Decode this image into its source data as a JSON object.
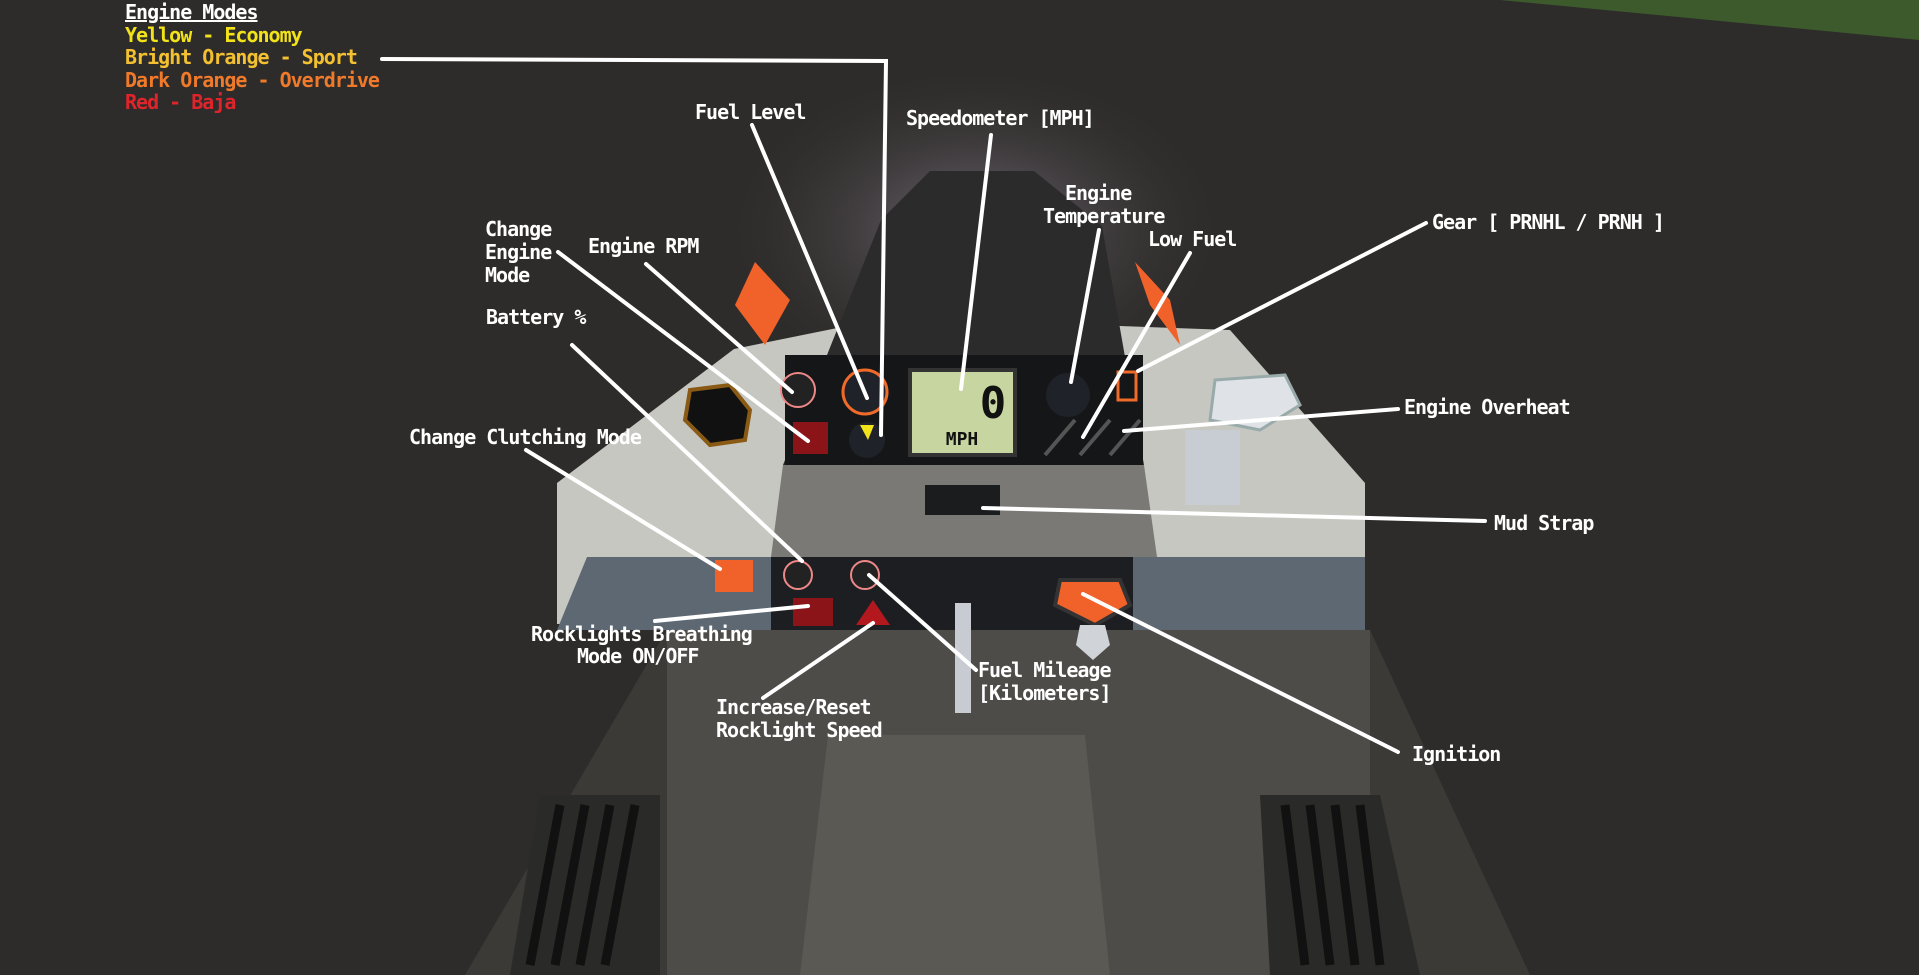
{
  "legend": {
    "title": "Engine Modes",
    "items": [
      {
        "text": "Yellow - Economy",
        "color": "#f2e21a"
      },
      {
        "text": "Bright Orange - Sport",
        "color": "#f2c030"
      },
      {
        "text": "Dark Orange - Overdrive",
        "color": "#f07a2a"
      },
      {
        "text": "Red - Baja",
        "color": "#e0242c"
      }
    ]
  },
  "labels": {
    "fuel_level": "Fuel Level",
    "speedometer": "Speedometer [MPH]",
    "engine_temp_1": "Engine",
    "engine_temp_2": "Temperature",
    "low_fuel": "Low Fuel",
    "gear": "Gear [ PRNHL / PRNH ]",
    "change_mode_1": "Change",
    "change_mode_2": "Engine",
    "change_mode_3": "Mode",
    "engine_rpm": "Engine RPM",
    "battery": "Battery %",
    "clutching": "Change Clutching Mode",
    "engine_overheat": "Engine Overheat",
    "mud_strap": "Mud Strap",
    "rocklights_1": "Rocklights Breathing",
    "rocklights_2": "Mode ON/OFF",
    "increase_1": "Increase/Reset",
    "increase_2": "Rocklight Speed",
    "fuel_mileage_1": "Fuel Mileage",
    "fuel_mileage_2": "[Kilometers]",
    "ignition": "Ignition"
  },
  "speedo": {
    "digits": "0",
    "unit": "MPH"
  }
}
